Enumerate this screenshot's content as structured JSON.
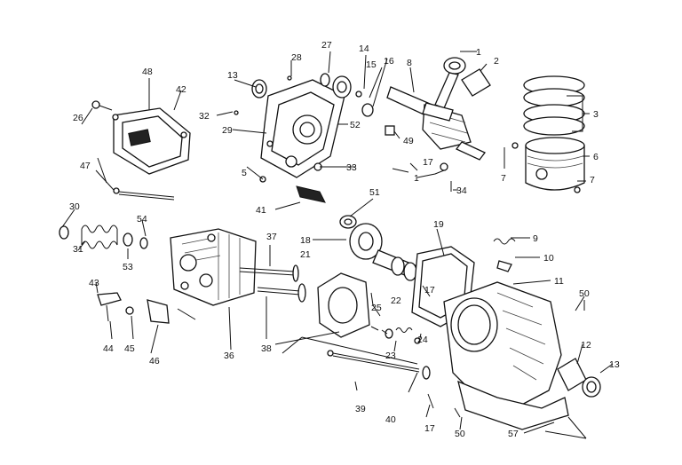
{
  "diagram": {
    "type": "exploded-parts-diagram",
    "callouts": [
      "1",
      "2",
      "3",
      "5",
      "6",
      "7",
      "8",
      "9",
      "10",
      "11",
      "12",
      "13",
      "14",
      "15",
      "16",
      "17",
      "18",
      "19",
      "21",
      "22",
      "23",
      "24",
      "25",
      "26",
      "27",
      "28",
      "29",
      "30",
      "31",
      "32",
      "33",
      "34",
      "36",
      "37",
      "38",
      "39",
      "40",
      "41",
      "42",
      "43",
      "44",
      "45",
      "46",
      "47",
      "48",
      "49",
      "50",
      "51",
      "52",
      "53",
      "54",
      "57"
    ]
  }
}
